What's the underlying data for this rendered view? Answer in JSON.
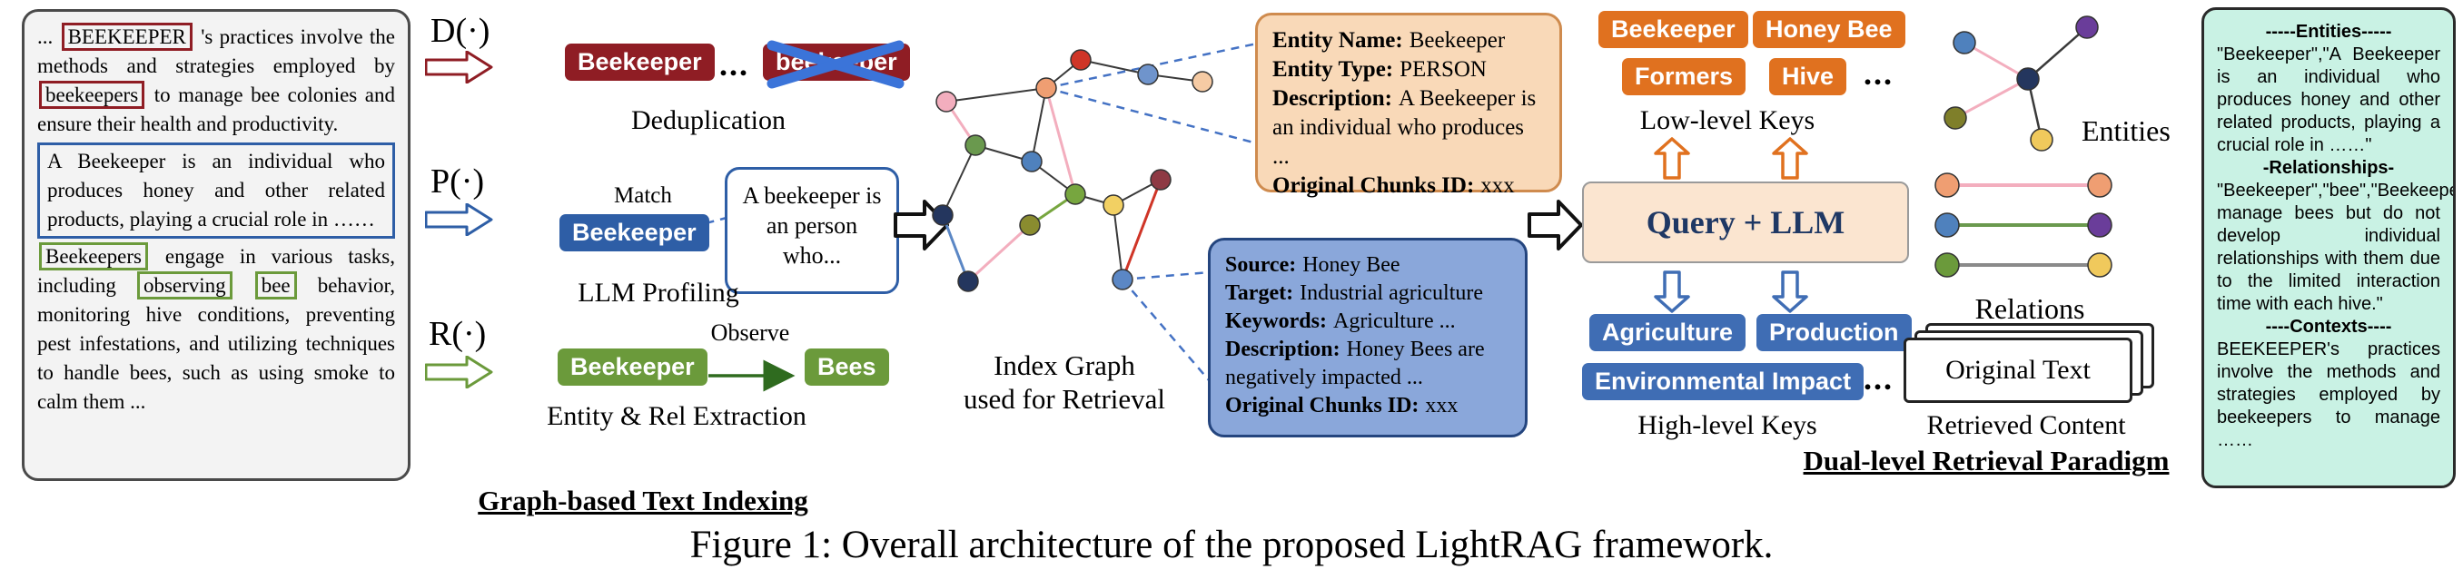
{
  "palette": {
    "dark_red": "#8f1d24",
    "blue": "#2e5ea6",
    "green": "#6b9a3b",
    "orange": "#e0711f",
    "medium_blue": "#3f6db4",
    "entity_card_bg": "#f9d9b8",
    "relation_card_bg": "#8aa7da",
    "query_box_bg": "#fbe5d0",
    "output_box_bg": "#c9f2e4"
  },
  "source_text": {
    "p1_pre": "... ",
    "p1_box1": "BEEKEEPER",
    "p1_mid": " 's practices involve the methods and strategies employed by ",
    "p1_box2": "beekeepers",
    "p1_post": " to manage bee colonies and ensure their health and productivity.",
    "p2": "A Beekeeper is an individual who produces honey and other related products, playing a crucial role in ……",
    "p3_box1": "Beekeepers",
    "p3_mid1": " engage in various tasks, including ",
    "p3_box2": "observing",
    "p3_mid2": " ",
    "p3_box3": "bee",
    "p3_post": " behavior, monitoring hive conditions, preventing pest infestations, and utilizing techniques to handle bees, such as using smoke to calm them ..."
  },
  "indexing": {
    "section_label": "Graph-based Text Indexing",
    "dedup": {
      "op": "D(·)",
      "chip1": "Beekeeper",
      "ellipsis": "...",
      "chip2": "beekeeper",
      "label": "Deduplication"
    },
    "profiling": {
      "op": "P(·)",
      "chip": "Beekeeper",
      "match_label": "Match",
      "bubble": "A beekeeper is an person who...",
      "label": "LLM Profiling"
    },
    "extraction": {
      "op": "R(·)",
      "chip1": "Beekeeper",
      "edge_label": "Observe",
      "chip2": "Bees",
      "label": "Entity & Rel Extraction"
    }
  },
  "index_graph": {
    "label_line1": "Index Graph",
    "label_line2": "used for Retrieval"
  },
  "entity_card": {
    "lines": [
      {
        "k": "Entity Name:",
        "v": "Beekeeper"
      },
      {
        "k": "Entity Type:",
        "v": "PERSON"
      },
      {
        "k": "Description:",
        "v": "A Beekeeper is an individual who produces ..."
      },
      {
        "k": "Original Chunks ID:",
        "v": "xxx"
      }
    ]
  },
  "relation_card": {
    "lines": [
      {
        "k": "Source:",
        "v": "Honey Bee"
      },
      {
        "k": "Target:",
        "v": "Industrial agriculture"
      },
      {
        "k": "Keywords:",
        "v": "Agriculture ..."
      },
      {
        "k": "Description:",
        "v": "Honey Bees are negatively impacted ..."
      },
      {
        "k": "Original Chunks ID:",
        "v": "xxx"
      }
    ]
  },
  "retrieval": {
    "query_box_label": "Query + LLM",
    "low_level": {
      "key1": "Beekeeper",
      "key2": "Honey Bee",
      "key3": "Formers",
      "key4": "Hive",
      "ellipsis": "...",
      "label": "Low-level Keys"
    },
    "high_level": {
      "key1": "Agriculture",
      "key2": "Production",
      "key3": "Environmental Impact",
      "ellipsis": "...",
      "label": "High-level Keys"
    },
    "section_label": "Dual-level Retrieval Paradigm"
  },
  "retrieved": {
    "entities_label": "Entities",
    "relations_label": "Relations",
    "original_text_label": "Original Text",
    "retrieved_content_label": "Retrieved Content"
  },
  "output_box": {
    "entities_header": "-----Entities-----",
    "entities_text": "\"Beekeeper\",\"A Beekeeper is an individual who produces honey and other related products, playing a crucial role in ……\"",
    "relationships_header": "-Relationships-",
    "relationships_text": "\"Beekeeper\",\"bee\",\"Beekeepers manage bees but do not develop individual relationships with them due to the limited interaction time with each hive.\"",
    "contexts_header": "----Contexts----",
    "contexts_text": "BEEKEEPER's practices involve the methods and strategies employed by beekeepers to manage ……"
  },
  "figure_caption": "Figure 1: Overall architecture of the proposed LightRAG framework."
}
